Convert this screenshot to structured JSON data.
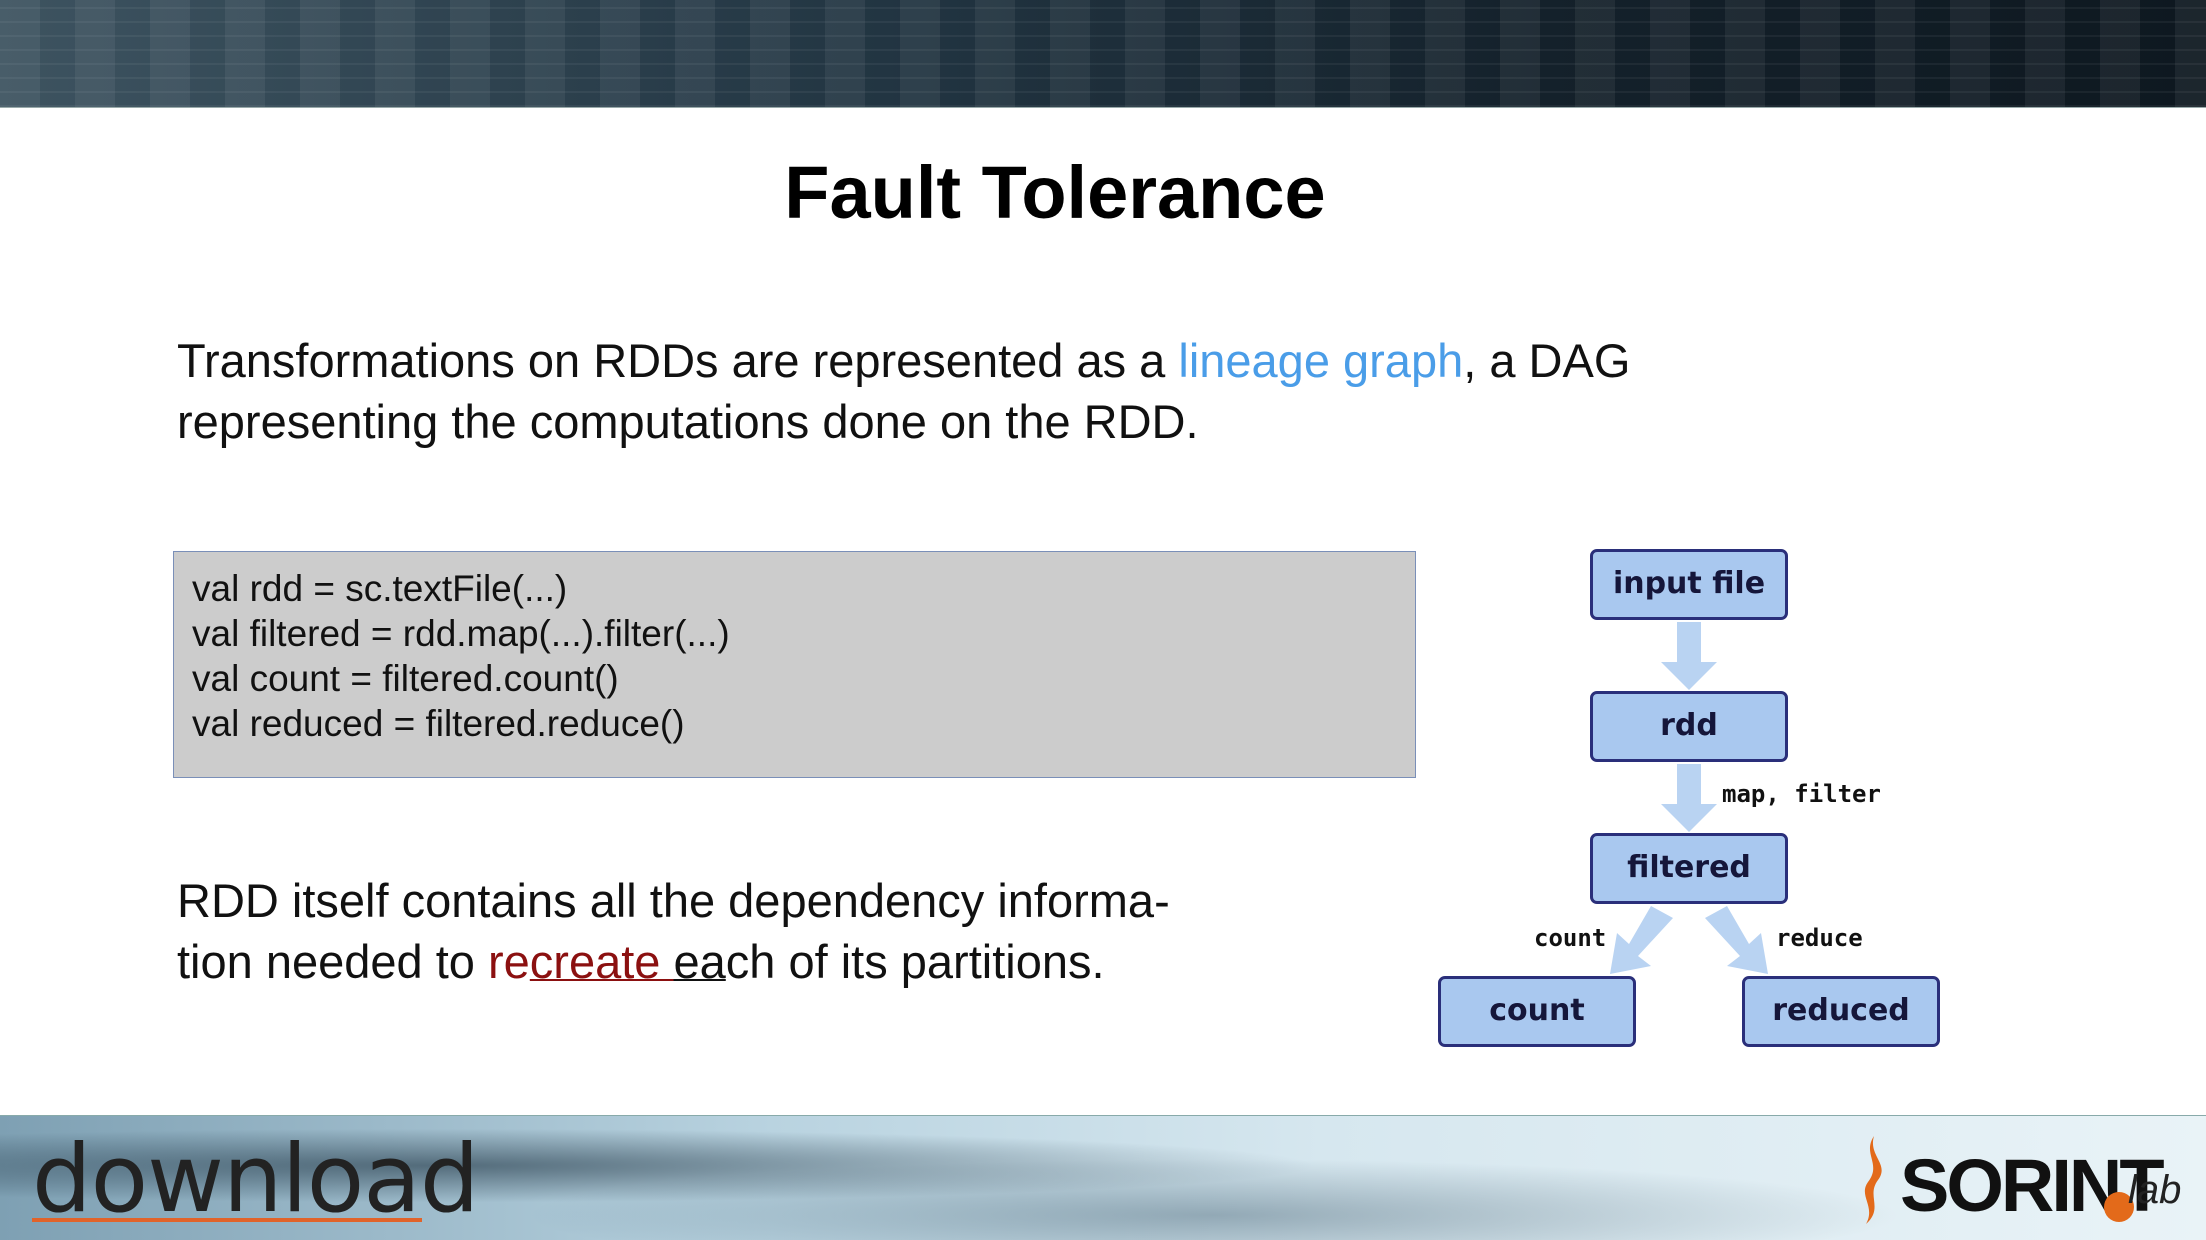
{
  "slide": {
    "title": "Fault Tolerance"
  },
  "paragraph1": {
    "before": "Transformations on RDDs are represented as a ",
    "highlight": "lineage graph",
    "after_line1": ", a DAG",
    "line2": "representing the computations done on the RDD."
  },
  "code": {
    "lines": [
      "val rdd = sc.textFile(...)",
      "val filtered = rdd.map(...).filter(...)",
      "val count = filtered.count()",
      "val reduced = filtered.reduce()"
    ]
  },
  "paragraph2": {
    "line1": "RDD itself contains all the dependency informa-",
    "line2_before": "tion needed to ",
    "line2_red_plain": "re",
    "line2_red_underlined": "create ",
    "line2_underlined": "ea",
    "line2_after": "ch of its partitions."
  },
  "diagram": {
    "nodes": {
      "input_file": "input file",
      "rdd": "rdd",
      "filtered": "filtered",
      "count": "count",
      "reduced": "reduced"
    },
    "edge_labels": {
      "map_filter": "map, filter",
      "count": "count",
      "reduce": "reduce"
    }
  },
  "footer": {
    "download_logo": "download",
    "sorint_logo": "SORINT",
    "sorint_lab": "lab"
  },
  "colors": {
    "lineage_link": "#4a9de8",
    "recreate_text": "#8b1010",
    "node_fill": "#a9c8ef",
    "node_border": "#2a2f7a",
    "arrow": "#b9d3f2",
    "code_bg": "#cccccc",
    "logo_orange": "#e36a1a"
  }
}
